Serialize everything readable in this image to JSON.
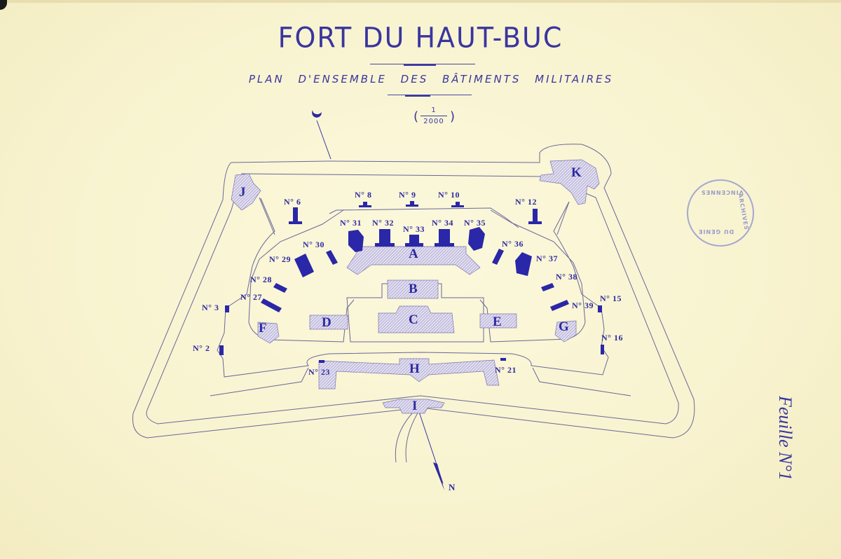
{
  "document": {
    "title": "FORT DU HAUT-BUC",
    "subtitle": "PLAN D'ENSEMBLE DES BÂTIMENTS MILITAIRES",
    "scale": {
      "numerator": "1",
      "denominator": "2000"
    },
    "sheet": "Feuille N°1",
    "stamp": {
      "top": "VINCENNES",
      "right": "ARCHIVES",
      "bottom": "DU GENIE"
    },
    "north_label": "N",
    "colors": {
      "ink": "#2e2aa0",
      "paper": "#f9f5d2",
      "hatch": "#c9c4dc",
      "line": "#5a5690"
    }
  },
  "buildings": [
    {
      "id": "A",
      "label": "A"
    },
    {
      "id": "B",
      "label": "B"
    },
    {
      "id": "C",
      "label": "C"
    },
    {
      "id": "D",
      "label": "D"
    },
    {
      "id": "E",
      "label": "E"
    },
    {
      "id": "F",
      "label": "F"
    },
    {
      "id": "G",
      "label": "G"
    },
    {
      "id": "H",
      "label": "H"
    },
    {
      "id": "I",
      "label": "I"
    },
    {
      "id": "J",
      "label": "J"
    },
    {
      "id": "K",
      "label": "K"
    }
  ],
  "numbered_structures": {
    "n2": "N° 2",
    "n3": "N° 3",
    "n6": "N° 6",
    "n8": "N° 8",
    "n9": "N° 9",
    "n10": "N° 10",
    "n12": "N° 12",
    "n15": "N° 15",
    "n16": "N° 16",
    "n21": "N° 21",
    "n23": "N° 23",
    "n27": "N° 27",
    "n28": "N° 28",
    "n29": "N° 29",
    "n30": "N° 30",
    "n31": "N° 31",
    "n32": "N° 32",
    "n33": "N° 33",
    "n34": "N° 34",
    "n35": "N° 35",
    "n36": "N° 36",
    "n37": "N° 37",
    "n38": "N° 38",
    "n39": "N° 39"
  }
}
